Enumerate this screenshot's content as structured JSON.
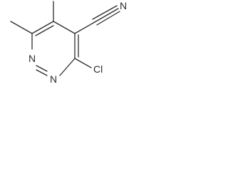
{
  "molecule": {
    "atoms": {
      "n1": "N",
      "n2": "N",
      "cl": "Cl",
      "cn_n": "N"
    },
    "colors": {
      "bond": "#2b2b2b",
      "label": "#2b2b2b",
      "background": "#ffffff"
    }
  }
}
